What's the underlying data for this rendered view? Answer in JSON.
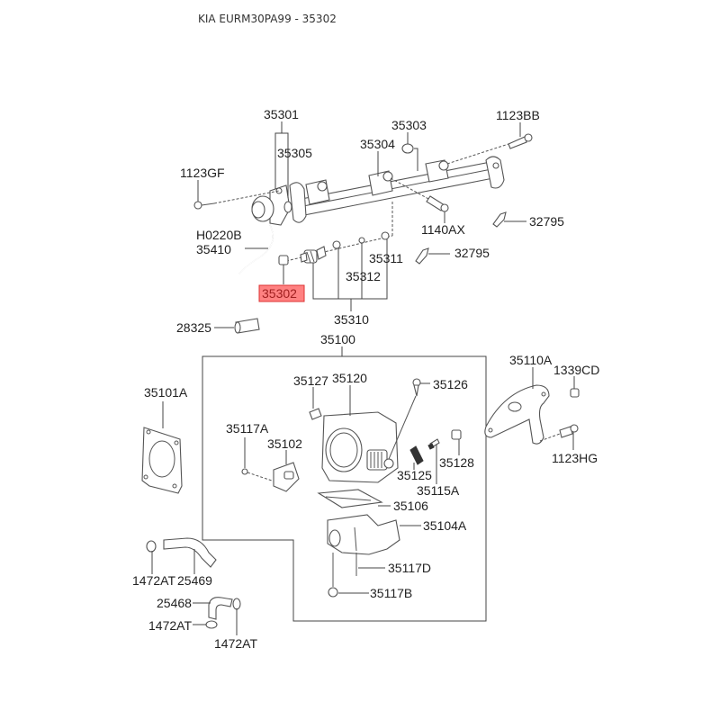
{
  "title": "KIA EURM30PA99 - 35302",
  "highlight": {
    "part": "35302",
    "color": "#ff6b6b"
  },
  "labels": {
    "p35301": "35301",
    "p35305": "35305",
    "p35303": "35303",
    "p35304": "35304",
    "p1123BB": "1123BB",
    "p1123GF": "1123GF",
    "pH0220B": "H0220B",
    "p35410": "35410",
    "p1140AX": "1140AX",
    "p32795a": "32795",
    "p32795b": "32795",
    "p35311": "35311",
    "p35312": "35312",
    "p35302": "35302",
    "p35310": "35310",
    "p28325": "28325",
    "p35100": "35100",
    "p35101A": "35101A",
    "p35127": "35127",
    "p35120": "35120",
    "p35126": "35126",
    "p35110A": "35110A",
    "p1339CD": "1339CD",
    "p35117A": "35117A",
    "p35102": "35102",
    "p35128": "35128",
    "p35125": "35125",
    "p35115A": "35115A",
    "p1123HG": "1123HG",
    "p35106": "35106",
    "p35104A": "35104A",
    "p35117D": "35117D",
    "p35117B": "35117B",
    "p1472AT_a": "1472AT",
    "p25469": "25469",
    "p25468": "25468",
    "p1472AT_b": "1472AT",
    "p1472AT_c": "1472AT"
  }
}
